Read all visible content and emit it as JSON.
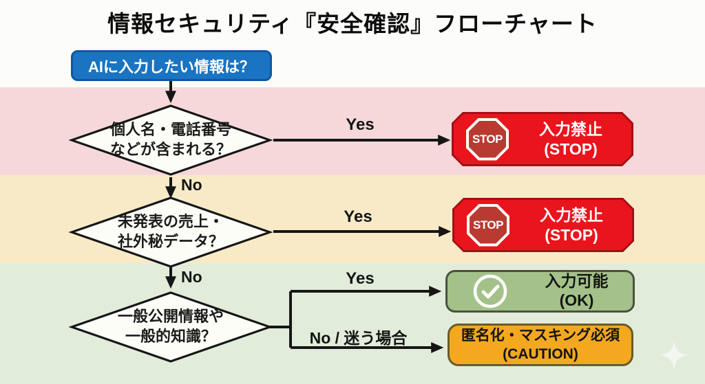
{
  "title": "情報セキュリティ『安全確認』フローチャート",
  "start": {
    "label": "AIに入力したい情報は？"
  },
  "decisions": [
    {
      "label": "個人名・電話番号\nなどが含まれる？"
    },
    {
      "label": "未発表の売上・\n社外秘データ？"
    },
    {
      "label": "一般公開情報や\n一般的知識？"
    }
  ],
  "edges": {
    "d1_yes": "Yes",
    "d1_no": "No",
    "d2_yes": "Yes",
    "d2_no": "No",
    "d3_yes": "Yes",
    "d3_no": "No / 迷う場合"
  },
  "outcomes": {
    "stop1": {
      "label": "入力禁止\n(STOP)",
      "icon_text": "STOP"
    },
    "stop2": {
      "label": "入力禁止\n(STOP)",
      "icon_text": "STOP"
    },
    "ok": {
      "label": "入力可能\n(OK)"
    },
    "caution": {
      "label": "匿名化・マスキング必須\n(CAUTION)"
    }
  },
  "colors": {
    "start_blue": "#1a74c1",
    "stop_red": "#ea141d",
    "stop_sign_red": "#b93a31",
    "ok_green": "#a3c189",
    "caution_orange": "#f3a820",
    "band_pink": "#f6d8db",
    "band_cream": "#f9eac7",
    "band_green": "#e2ecda",
    "line_black": "#161616"
  }
}
